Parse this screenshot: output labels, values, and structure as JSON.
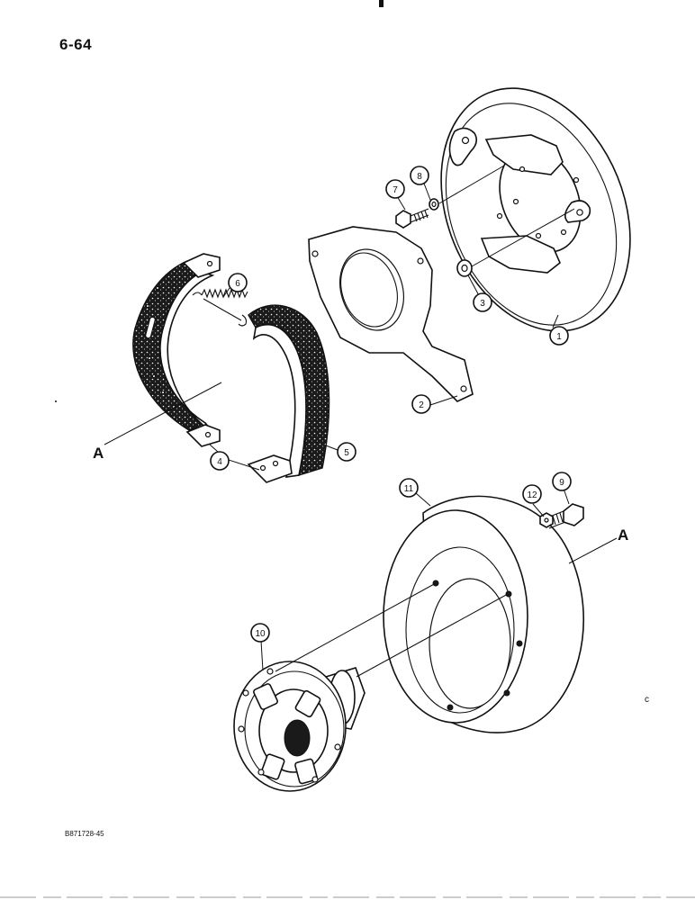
{
  "page_number": "6-64",
  "figure_code": "B871728-45",
  "reference_label": "A",
  "edge_mark": "c",
  "callouts": [
    "1",
    "2",
    "3",
    "4",
    "5",
    "6",
    "7",
    "8",
    "9",
    "10",
    "11",
    "12"
  ]
}
